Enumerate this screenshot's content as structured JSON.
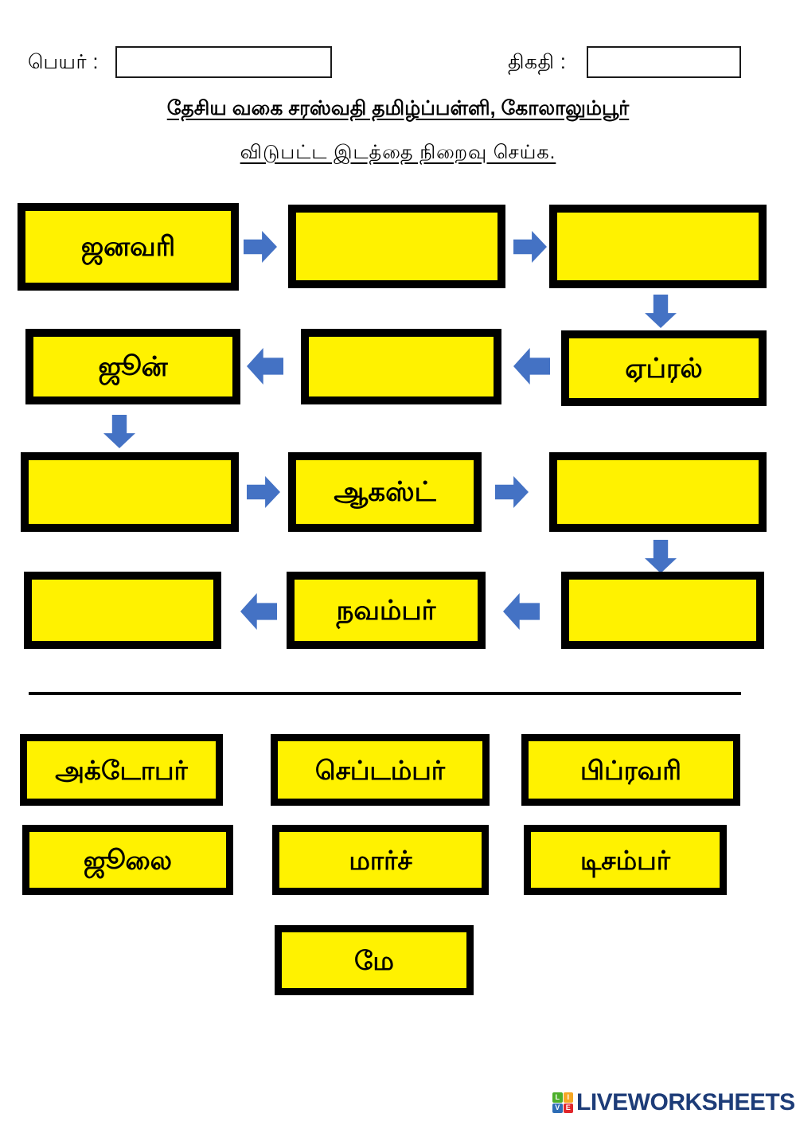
{
  "header": {
    "name_label": "பெயர் :",
    "name_value": "",
    "date_label": "திகதி :",
    "date_value": "",
    "school_title": "தேசிய வகை சரஸ்வதி தமிழ்ப்பள்ளி, கோலாலும்பூர்",
    "instruction": "விடுபட்ட இடத்தை நிறைவு செய்க."
  },
  "flow": {
    "box_fill_color": "#FFF200",
    "box_border_color": "#000000",
    "arrow_color": "#4472C4",
    "row1": [
      {
        "label": "ஜனவரி",
        "filled": true
      },
      {
        "label": "",
        "filled": false
      },
      {
        "label": "",
        "filled": false
      }
    ],
    "row2": [
      {
        "label": "ஜூன்",
        "filled": true
      },
      {
        "label": "",
        "filled": false
      },
      {
        "label": "ஏப்ரல்",
        "filled": true
      }
    ],
    "row3": [
      {
        "label": "",
        "filled": false
      },
      {
        "label": "ஆகஸ்ட்",
        "filled": true
      },
      {
        "label": "",
        "filled": false
      }
    ],
    "row4": [
      {
        "label": "",
        "filled": false
      },
      {
        "label": "நவம்பர்",
        "filled": true
      },
      {
        "label": "",
        "filled": false
      }
    ]
  },
  "word_bank": {
    "row1": [
      "அக்டோபர்",
      "செப்டம்பர்",
      "பிப்ரவரி"
    ],
    "row2": [
      "ஜூலை",
      "மார்ச்",
      "டிசம்பர்"
    ],
    "row3": [
      "மே"
    ]
  },
  "footer": {
    "logo_tiles": [
      "L",
      "I",
      "V",
      "E"
    ],
    "wordmark": "LIVEWORKSHEETS"
  }
}
